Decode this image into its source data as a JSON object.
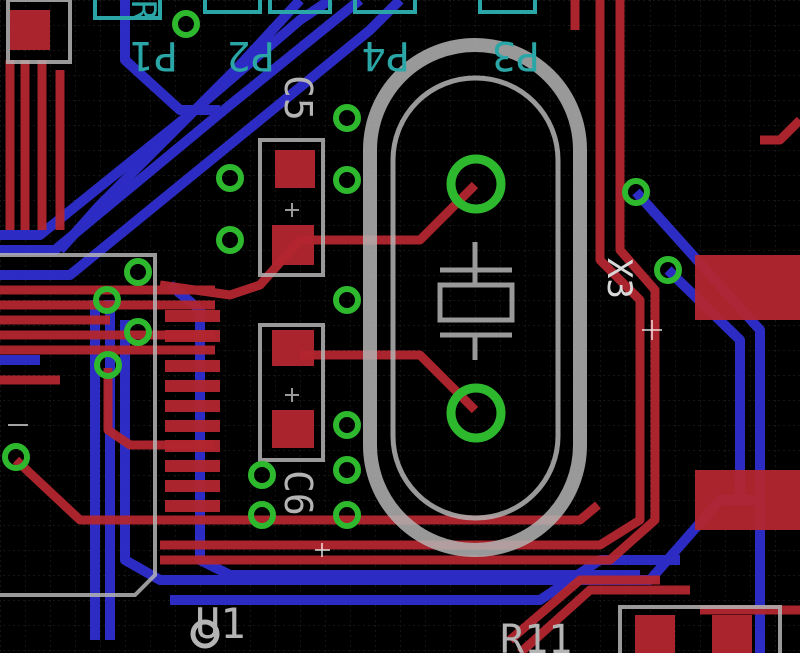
{
  "board": {
    "colors": {
      "background": "#000000",
      "grid": "#2a2a2a",
      "top_copper": "#b3262f",
      "bottom_copper": "#2f2fd0",
      "silkscreen": "#b4b4b4",
      "vias": "#2eb82e",
      "names_cyan": "#2aa6a6"
    },
    "labels": {
      "p1": "P1",
      "p2": "P2",
      "p4": "P4",
      "p3": "P3",
      "c5": "C5",
      "c6": "C6",
      "x3": "X3",
      "u1": "U1",
      "r11": "R11",
      "r": "R"
    }
  }
}
